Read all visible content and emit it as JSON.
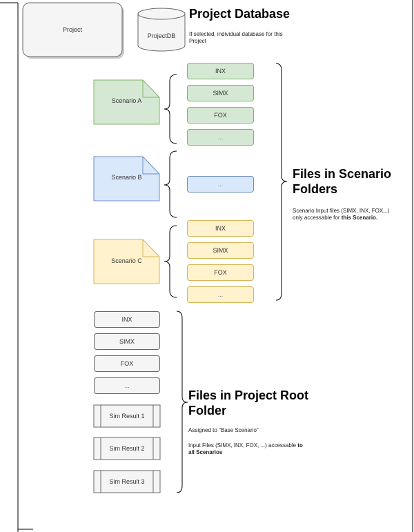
{
  "project": {
    "label": "Project"
  },
  "database": {
    "label": "ProjectDB",
    "heading": "Project Database",
    "desc_line1": "If selected, individual database for this",
    "desc_line2": "Project"
  },
  "scenarios": [
    {
      "label": "Scenario A",
      "files": [
        "INX",
        "SIMX",
        "FOX",
        "..."
      ]
    },
    {
      "label": "Scenario B",
      "files": [
        "..."
      ]
    },
    {
      "label": "Scenario C",
      "files": [
        "INX",
        "SIMX",
        "FOX",
        "..."
      ]
    }
  ],
  "scenario_section": {
    "heading_line1": "Files in Scenario",
    "heading_line2": "Folders",
    "desc_line1": "Scenario Input files (SIMX, INX, FOX,..)",
    "desc_line2_plain": "only accessable for ",
    "desc_line2_bold": "this Scenario."
  },
  "root_files": [
    "INX",
    "SIMX",
    "FOX",
    "..."
  ],
  "sim_results": [
    "Sim Result 1",
    "Sim Result 2",
    "Sim Result 3"
  ],
  "root_section": {
    "heading_line1": "Files in Project Root",
    "heading_line2": "Folder",
    "desc_assigned": "Assigned to \"Base Scenario\"",
    "desc_line1_plain": "Input Files (SIMX, INX, FOX, ...) accessable ",
    "desc_line1_bold": "to",
    "desc_line2_bold": "all Scenarios"
  },
  "colors": {
    "green_fill": "#d5e8d4",
    "green_stroke": "#82b366",
    "blue_fill": "#dae8fc",
    "blue_stroke": "#6c8ebf",
    "yellow_fill": "#fff2cc",
    "yellow_stroke": "#d6b656",
    "gray_fill": "#f5f5f5",
    "gray_stroke": "#666666"
  }
}
